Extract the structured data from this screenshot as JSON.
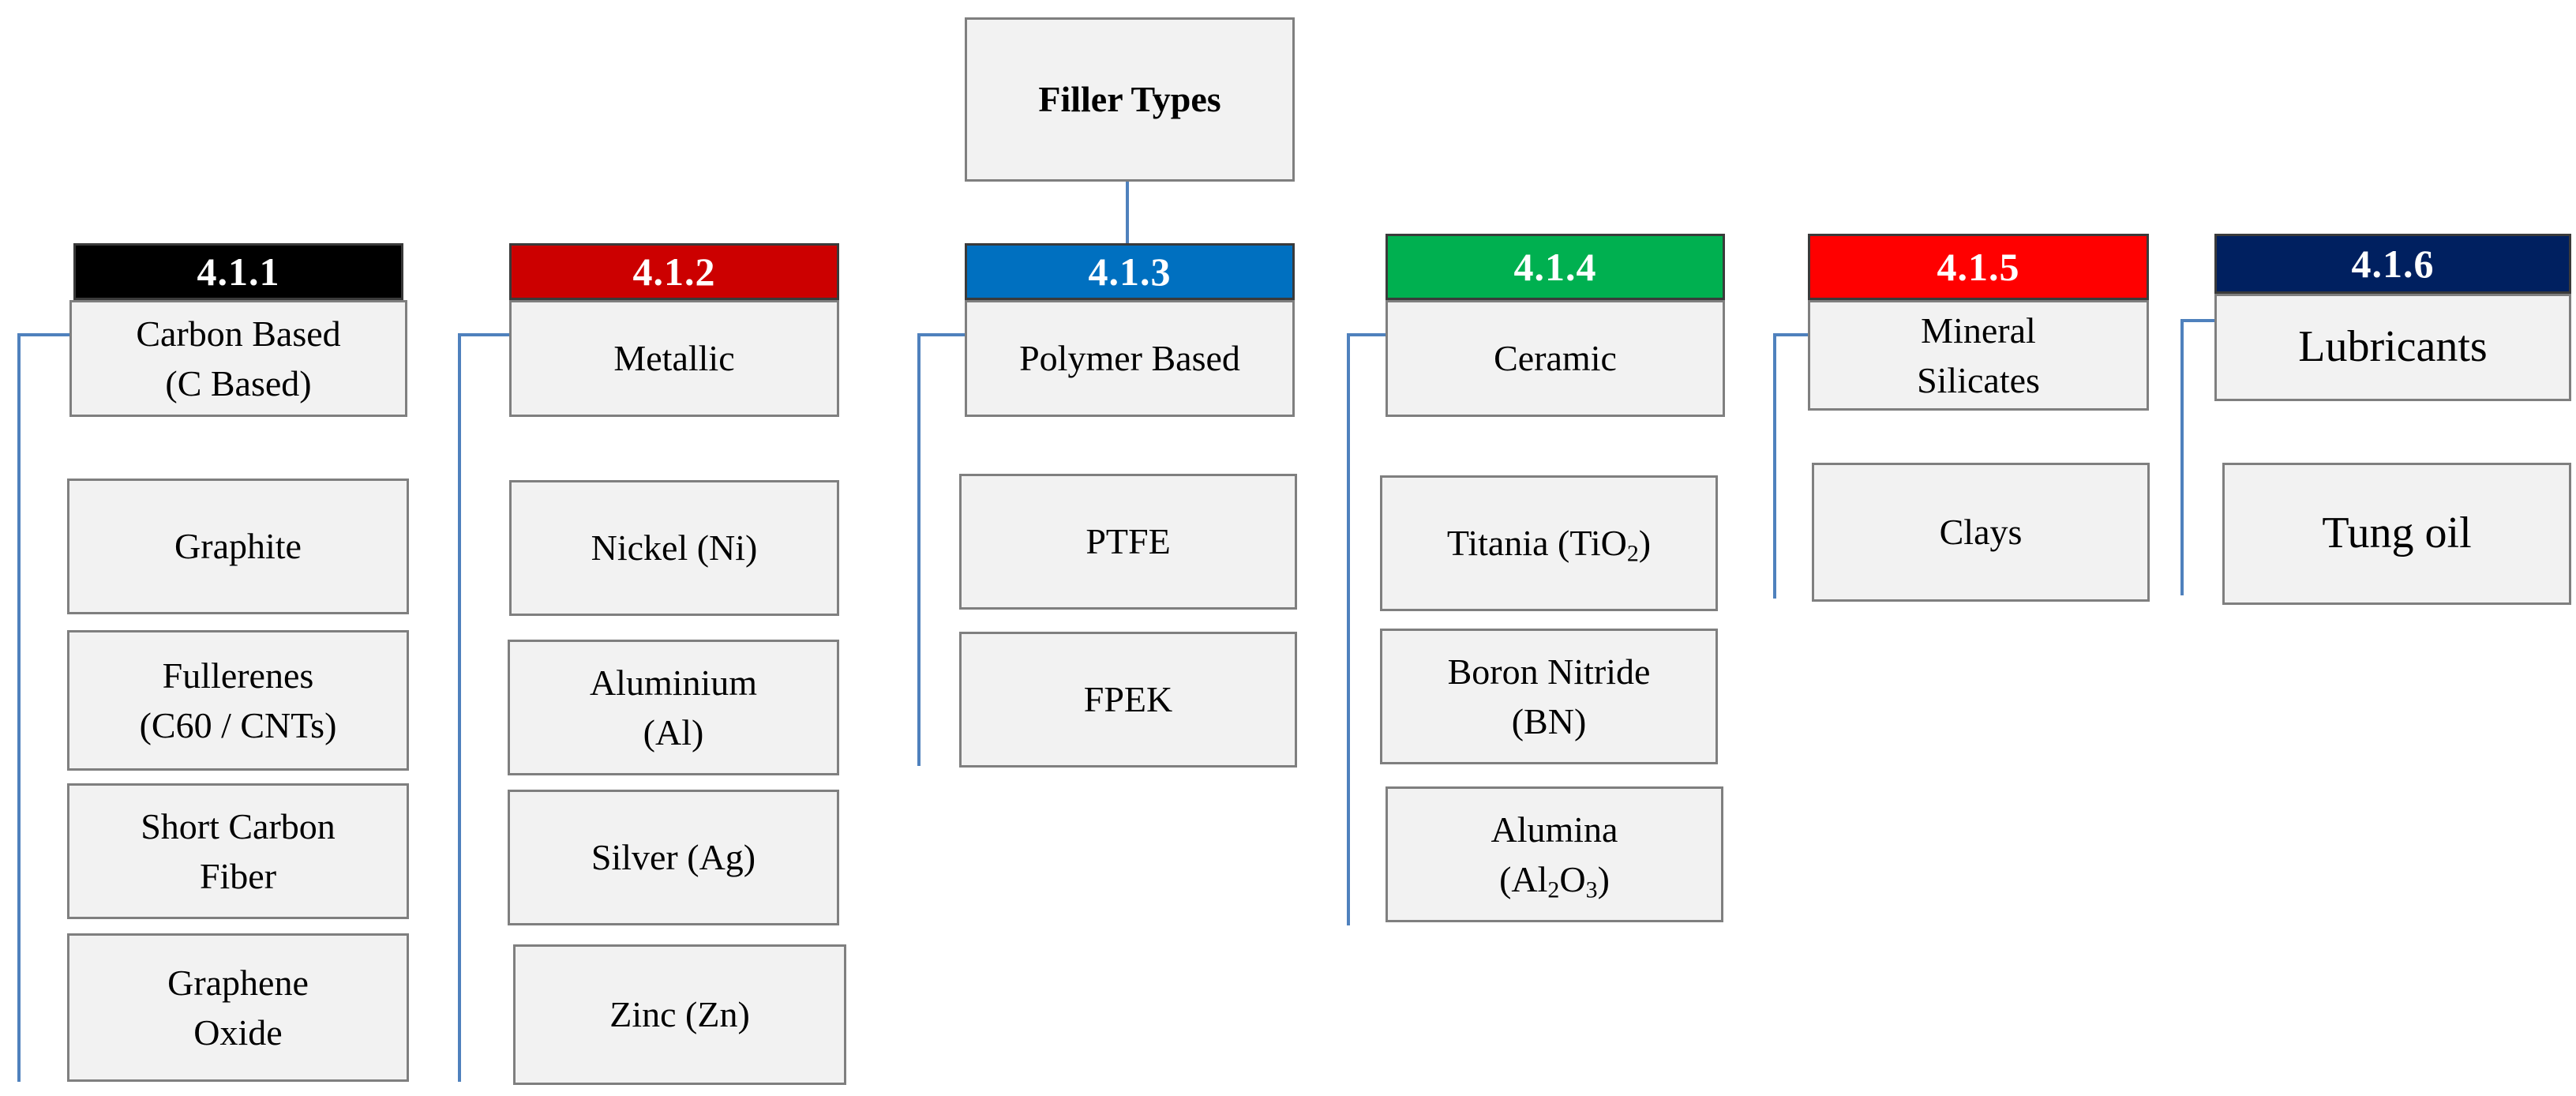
{
  "root": {
    "label": "Filler Types"
  },
  "categories": [
    {
      "number": "4.1.1",
      "color": "#000000",
      "title_lines": [
        "Carbon Based",
        "(C Based)"
      ],
      "items": [
        {
          "lines": [
            "Graphite"
          ]
        },
        {
          "lines": [
            "Fullerenes",
            "(C60 / CNTs)"
          ]
        },
        {
          "lines": [
            "Short Carbon",
            "Fiber"
          ]
        },
        {
          "lines": [
            "Graphene",
            "Oxide"
          ]
        }
      ]
    },
    {
      "number": "4.1.2",
      "color": "#cc0000",
      "title_lines": [
        "Metallic"
      ],
      "items": [
        {
          "lines": [
            "Nickel (Ni)"
          ]
        },
        {
          "lines": [
            "Aluminium",
            "(Al)"
          ]
        },
        {
          "lines": [
            "Silver (Ag)"
          ]
        },
        {
          "lines": [
            "Zinc (Zn)"
          ]
        }
      ]
    },
    {
      "number": "4.1.3",
      "color": "#0070c0",
      "title_lines": [
        "Polymer Based"
      ],
      "items": [
        {
          "lines": [
            "PTFE"
          ]
        },
        {
          "lines": [
            "FPEK"
          ]
        }
      ]
    },
    {
      "number": "4.1.4",
      "color": "#00b050",
      "title_lines": [
        "Ceramic"
      ],
      "items": [
        {
          "lines": [
            "Titania (TiO2)"
          ]
        },
        {
          "lines": [
            "Boron Nitride",
            "(BN)"
          ]
        },
        {
          "lines": [
            "Alumina",
            "(Al2O3)"
          ]
        }
      ]
    },
    {
      "number": "4.1.5",
      "color": "#ff0000",
      "title_lines": [
        "Mineral",
        "Silicates"
      ],
      "items": [
        {
          "lines": [
            "Clays"
          ]
        }
      ]
    },
    {
      "number": "4.1.6",
      "color": "#002060",
      "title_lines": [
        "Lubricants"
      ],
      "items": [
        {
          "lines": [
            "Tung oil"
          ]
        }
      ]
    }
  ]
}
